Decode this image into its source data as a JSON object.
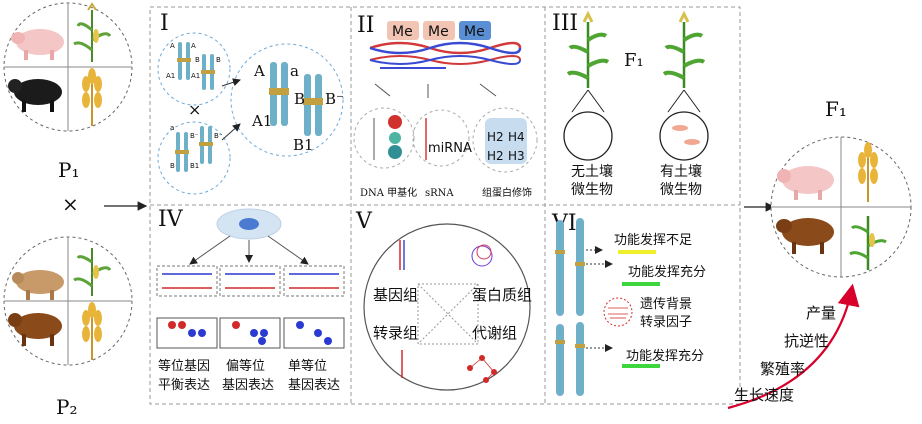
{
  "parents": {
    "p1_label": "P₁",
    "cross_symbol": "×",
    "p2_label": "P₂",
    "icons": [
      "pig-icon",
      "maize-icon",
      "cattle-icon",
      "wheat-icon"
    ]
  },
  "panel_I": {
    "numeral": "I",
    "cross_symbol": "×",
    "alleles_large": [
      "A",
      "a",
      "B",
      "B⁻",
      "A1",
      "B1"
    ],
    "alleles_small_top": [
      "A",
      "A",
      "B",
      "B",
      "A1",
      "A1"
    ],
    "alleles_small_bottom": [
      "a",
      "B⁻",
      "B⁻",
      "B",
      "B1"
    ]
  },
  "panel_II": {
    "numeral": "II",
    "me_tags": [
      "Me",
      "Me",
      "Me"
    ],
    "mirna_label": "miRNA",
    "histone_labels": [
      "H2",
      "H4",
      "H2",
      "H3"
    ],
    "captions": [
      "DNA 甲基化",
      "sRNA",
      "组蛋白修饰"
    ]
  },
  "panel_III": {
    "numeral": "III",
    "f1_label": "F₁",
    "left_caption": [
      "无土壤",
      "微生物"
    ],
    "right_caption": [
      "有土壤",
      "微生物"
    ]
  },
  "panel_IV": {
    "numeral": "IV",
    "captions": [
      [
        "等位基因",
        "平衡表达"
      ],
      [
        "偏等位",
        "基因表达"
      ],
      [
        "单等位",
        "基因表达"
      ]
    ]
  },
  "panel_V": {
    "numeral": "V",
    "labels": [
      "基因组",
      "蛋白质组",
      "转录组",
      "代谢组"
    ]
  },
  "panel_VI": {
    "numeral": "VI",
    "labels": [
      "功能发挥不足",
      "功能发挥充分",
      "遗传背景",
      "转录因子",
      "功能发挥充分"
    ]
  },
  "output": {
    "f1_label": "F₁",
    "traits": [
      "产量",
      "抗逆性",
      "繁殖率",
      "生长速度"
    ]
  },
  "colors": {
    "panel_border": "#9a9a9a",
    "circle_border": "#6fa8d6",
    "chromosome": "#6fb0c9",
    "chromosome_band": "#c2a040",
    "me_tag": "#f2c4b4",
    "me_tag_blue": "#5a8fd6",
    "red_arrow": "#d6002a",
    "green_bar": "#3dd63d",
    "yellow_bar": "#f0f02a"
  }
}
